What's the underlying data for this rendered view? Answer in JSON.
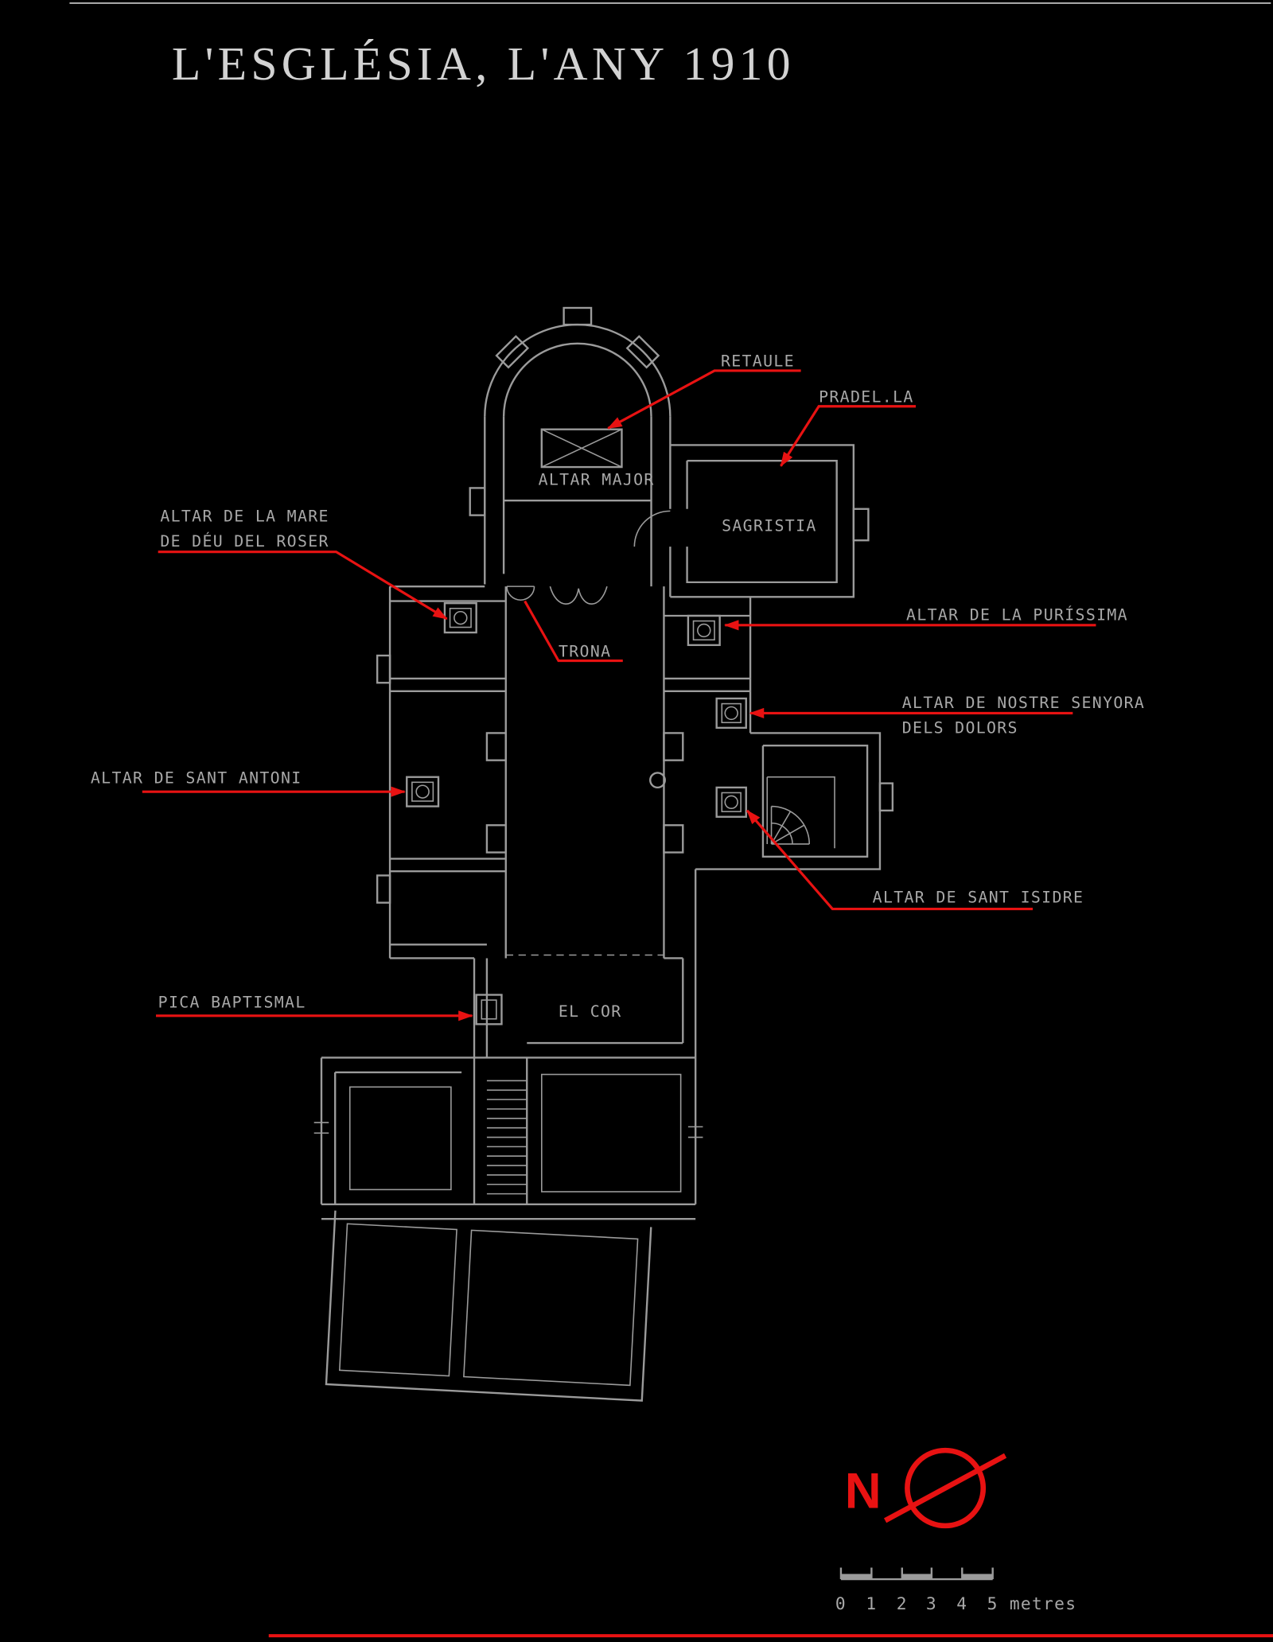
{
  "title": "L'ESGLÉSIA, L'ANY 1910",
  "plan_labels": {
    "altar_major": "ALTAR MAJOR",
    "sagristia": "SAGRISTIA",
    "trona": "TRONA",
    "el_cor": "EL COR"
  },
  "annotations": {
    "retaule": "RETAULE",
    "pradella": "PRADEL.LA",
    "roser_line1": "ALTAR DE LA MARE",
    "roser_line2": "DE DÉU DEL ROSER",
    "purissima": "ALTAR DE LA PURÍSSIMA",
    "dolors_line1": "ALTAR DE NOSTRE SENYORA",
    "dolors_line2": "DELS DOLORS",
    "sant_antoni": "ALTAR DE SANT ANTONI",
    "sant_isidre": "ALTAR DE SANT ISIDRE",
    "pica_baptismal": "PICA BAPTISMAL"
  },
  "compass": {
    "north_letter": "N"
  },
  "scale_bar": {
    "ticks": [
      "0",
      "1",
      "2",
      "3",
      "4",
      "5"
    ],
    "unit_label": "metres"
  },
  "colors": {
    "background": "#000000",
    "plan_line": "#9b9b9b",
    "label_text": "#a8a8a8",
    "title_text": "#d2d2d2",
    "annotation_red": "#e81212"
  }
}
